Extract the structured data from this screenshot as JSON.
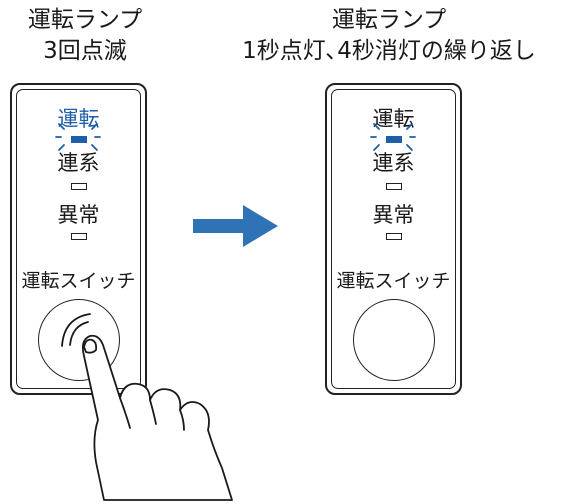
{
  "left": {
    "caption_line1": "運転ランプ",
    "caption_line2": "3回点滅",
    "lamp_run": "運転",
    "lamp_link": "連系",
    "lamp_error": "異常",
    "switch_label": "運転スイッチ"
  },
  "right": {
    "caption_line1": "運転ランプ",
    "caption_line2": "1秒点灯､4秒消灯の繰り返し",
    "lamp_run": "運転",
    "lamp_link": "連系",
    "lamp_error": "異常",
    "switch_label": "運転スイッチ"
  },
  "colors": {
    "accent": "#1f5fa8",
    "arrow": "#2f72b6",
    "outline": "#222222"
  },
  "icons": {
    "arrow": "right-arrow-icon",
    "hand": "hand-pressing-icon"
  }
}
